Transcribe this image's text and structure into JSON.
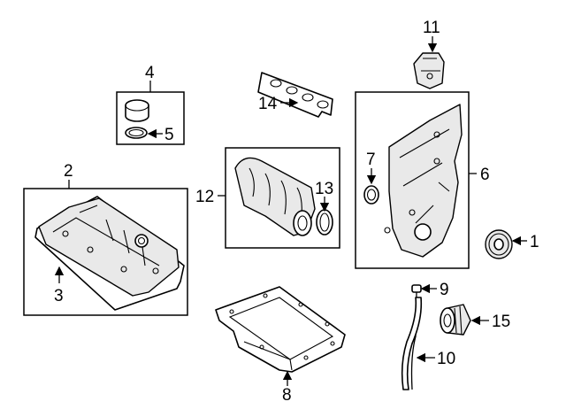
{
  "callouts": {
    "c1": "1",
    "c2": "2",
    "c3": "3",
    "c4": "4",
    "c5": "5",
    "c6": "6",
    "c7": "7",
    "c8": "8",
    "c9": "9",
    "c10": "10",
    "c11": "11",
    "c12": "12",
    "c13": "13",
    "c14": "14",
    "c15": "15"
  },
  "colors": {
    "line": "#000000",
    "background": "#ffffff",
    "part_shade": "#e9e9e9"
  }
}
